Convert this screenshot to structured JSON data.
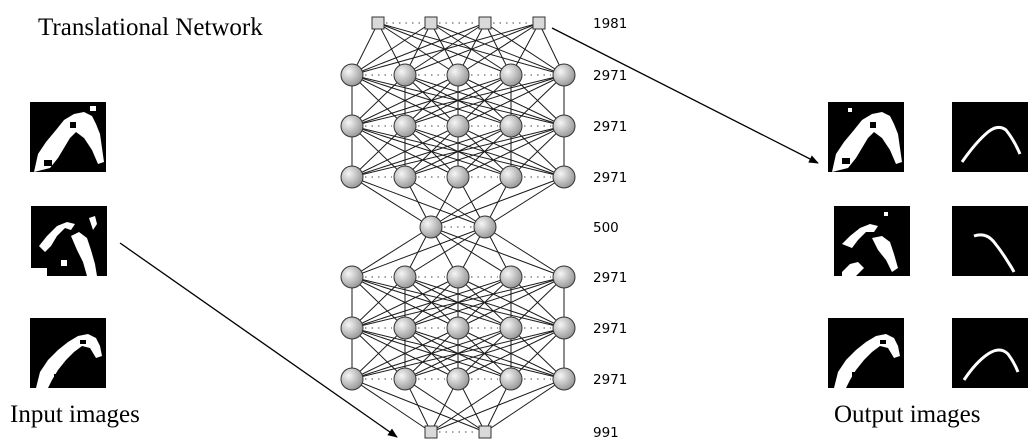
{
  "title": "Translational Network",
  "input_caption": "Input images",
  "output_caption": "Output images",
  "layers": [
    {
      "size": "1981",
      "shape": "square",
      "visible_units": 4
    },
    {
      "size": "2971",
      "shape": "circle",
      "visible_units": 5
    },
    {
      "size": "2971",
      "shape": "circle",
      "visible_units": 5
    },
    {
      "size": "2971",
      "shape": "circle",
      "visible_units": 5
    },
    {
      "size": "500",
      "shape": "circle",
      "visible_units": 2
    },
    {
      "size": "2971",
      "shape": "circle",
      "visible_units": 5
    },
    {
      "size": "2971",
      "shape": "circle",
      "visible_units": 5
    },
    {
      "size": "2971",
      "shape": "circle",
      "visible_units": 5
    },
    {
      "size": "991",
      "shape": "square",
      "visible_units": 2
    }
  ],
  "colors": {
    "node_fill_light": "#f2f2f2",
    "node_fill_dark": "#8e8e8e",
    "edge": "#1a1a1a",
    "thumb_bg": "#000000",
    "thumb_fg": "#ffffff"
  },
  "input_images": [
    "input-image-1",
    "input-image-2",
    "input-image-3"
  ],
  "output_images": [
    "output-image-1a",
    "output-image-1b",
    "output-image-2a",
    "output-image-2b",
    "output-image-3a",
    "output-image-3b"
  ]
}
